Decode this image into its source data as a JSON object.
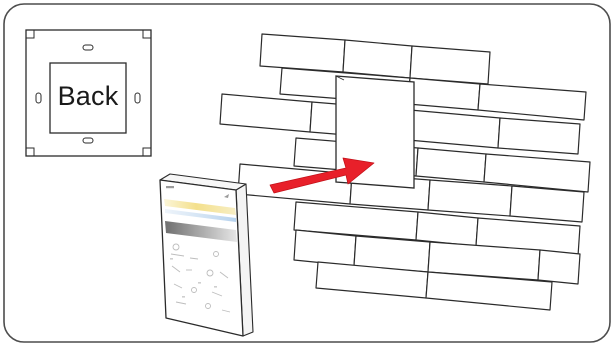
{
  "back_plate": {
    "label": "Back"
  },
  "colors": {
    "frame": "#4d4d4d",
    "line": "#2b2b2b",
    "arrow": "#e8202a",
    "warm_strip": "#f3df8a",
    "cool_strip": "#b9d5ef",
    "brightness_strip": "#8f8f8f"
  },
  "icons": [
    "back-plate",
    "brick-wall",
    "wall-box",
    "insert-arrow",
    "touch-panel"
  ]
}
